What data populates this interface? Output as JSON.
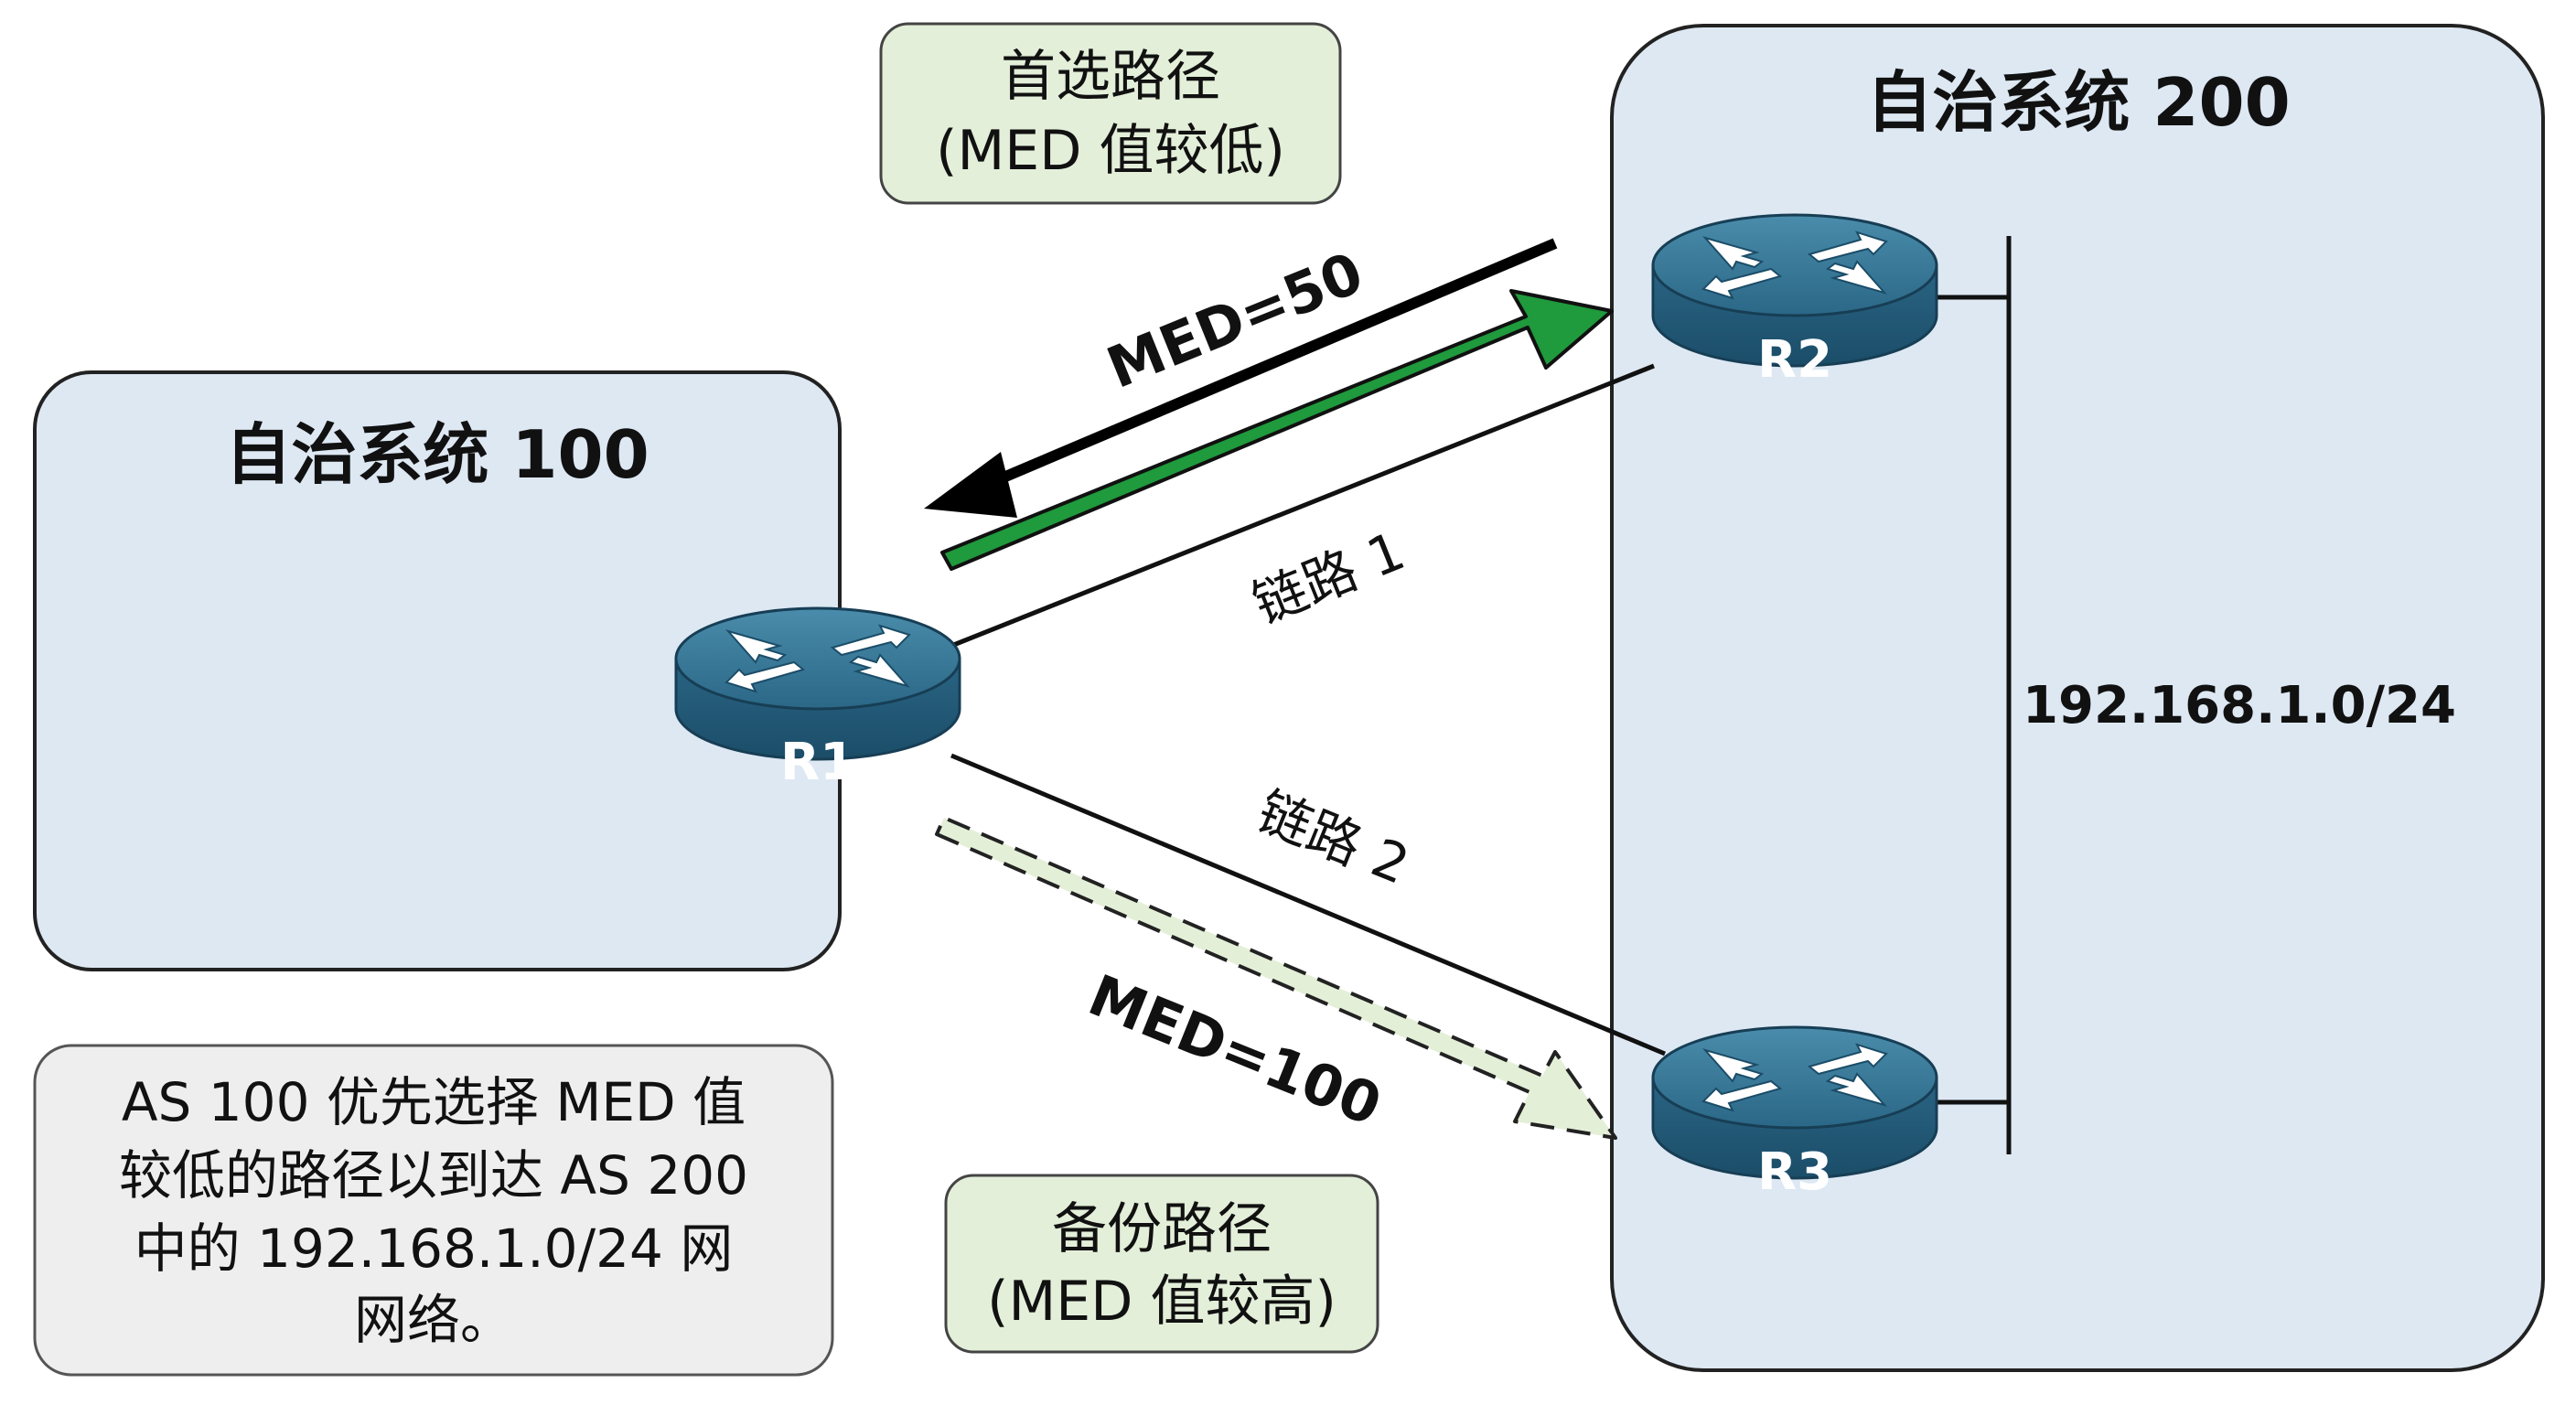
{
  "as100": {
    "title": "自治系统 100"
  },
  "as200": {
    "title": "自治系统 200"
  },
  "routers": {
    "r1": "R1",
    "r2": "R2",
    "r3": "R3"
  },
  "preferred_box": {
    "line1": "首选路径",
    "line2": "(MED 值较低)"
  },
  "backup_box": {
    "line1": "备份路径",
    "line2": "(MED 值较高)"
  },
  "link1": {
    "label": "链路 1",
    "med": "MED=50"
  },
  "link2": {
    "label": "链路 2",
    "med": "MED=100"
  },
  "network": {
    "label": "192.168.1.0/24"
  },
  "note": {
    "line1": "AS 100 优先选择 MED 值",
    "line2": "较低的路径以到达 AS 200",
    "line3": "中的 192.168.1.0/24 网",
    "line4": "网络。"
  },
  "colors": {
    "as_fill": "#dde8f3",
    "preferred_box_fill": "#e3efd9",
    "note_fill": "#eeeeee",
    "preferred_arrow": "#1f9a3c",
    "backup_arrow": "#e4efd8",
    "router_blue": "#2f6f8f"
  },
  "icons": {
    "router": "router-icon"
  }
}
